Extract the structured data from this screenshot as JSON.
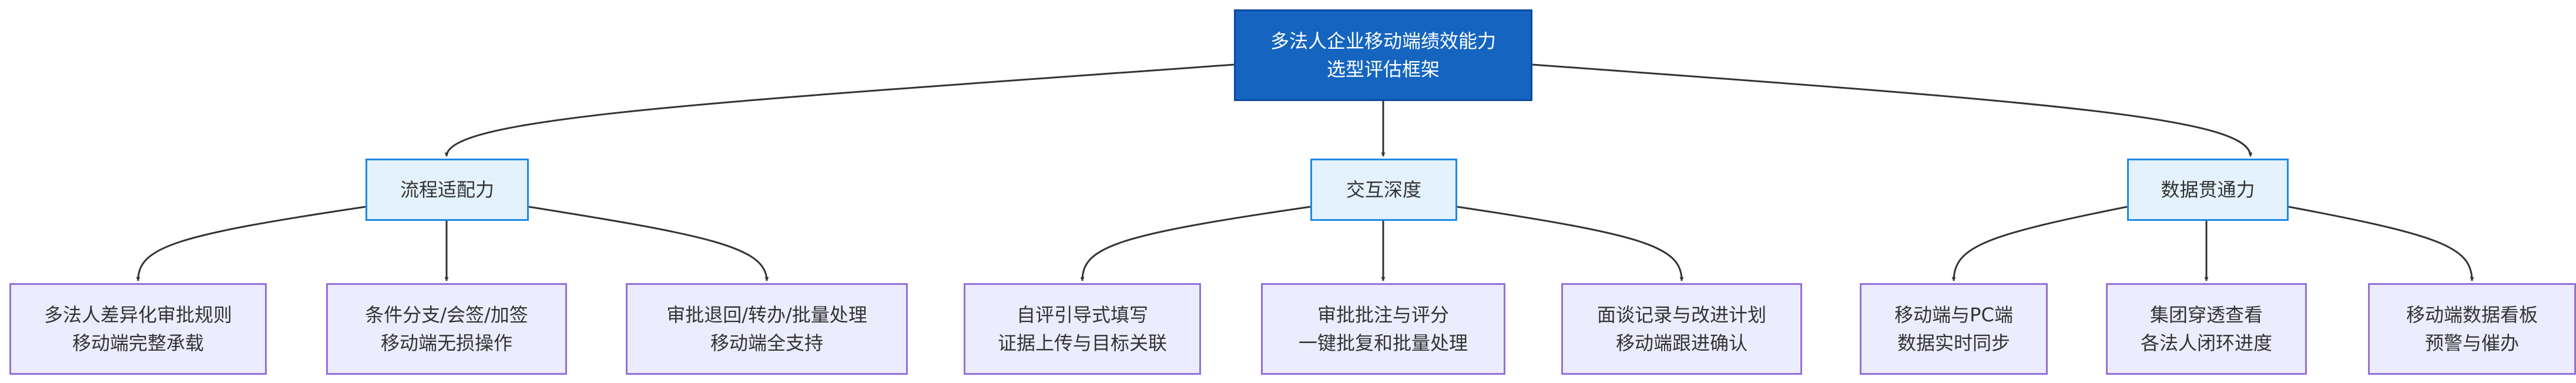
{
  "diagram": {
    "root": {
      "label": "多法人企业移动端绩效能力\n选型评估框架"
    },
    "categories": [
      {
        "label": "流程适配力"
      },
      {
        "label": "交互深度"
      },
      {
        "label": "数据贯通力"
      }
    ],
    "leaves": [
      {
        "label": "多法人差异化审批规则\n移动端完整承载"
      },
      {
        "label": "条件分支/会签/加签\n移动端无损操作"
      },
      {
        "label": "审批退回/转办/批量处理\n移动端全支持"
      },
      {
        "label": "自评引导式填写\n证据上传与目标关联"
      },
      {
        "label": "审批批注与评分\n一键批复和批量处理"
      },
      {
        "label": "面谈记录与改进计划\n移动端跟进确认"
      },
      {
        "label": "移动端与PC端\n数据实时同步"
      },
      {
        "label": "集团穿透查看\n各法人闭环进度"
      },
      {
        "label": "移动端数据看板\n预警与催办"
      }
    ]
  }
}
